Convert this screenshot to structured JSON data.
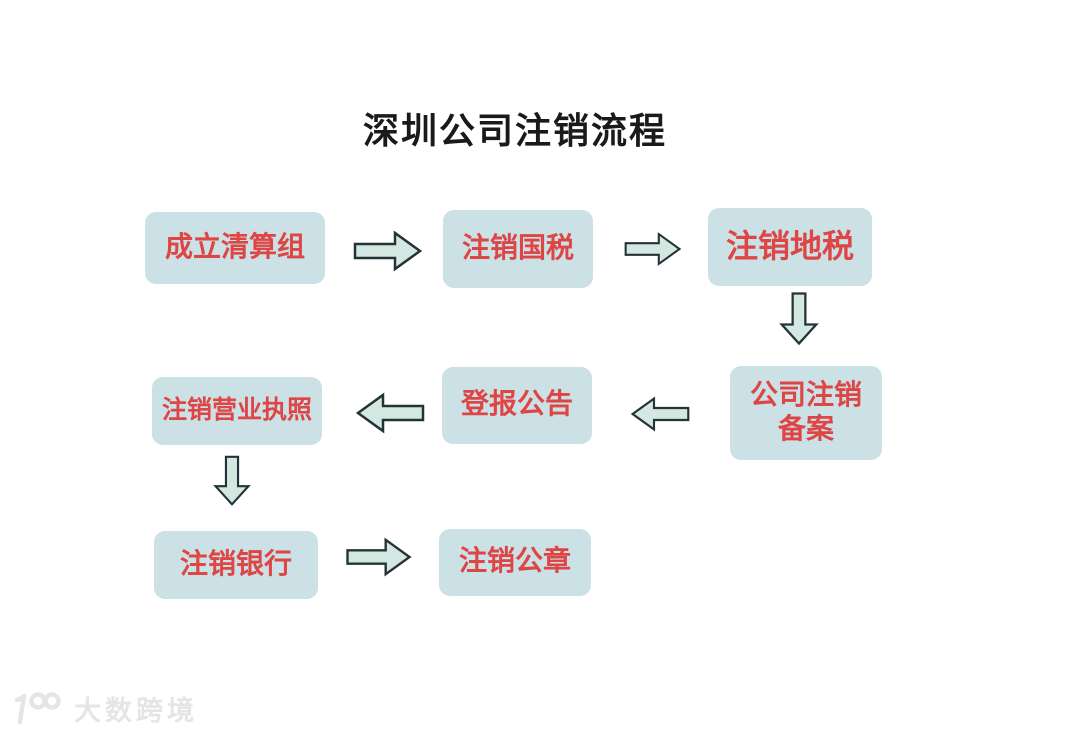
{
  "title": "深圳公司注销流程",
  "nodes": [
    {
      "label": "成立清算组"
    },
    {
      "label": "注销国税"
    },
    {
      "label": "注销地税"
    },
    {
      "label": "公司注销备案",
      "label_lines": [
        "公司注销",
        "备案"
      ]
    },
    {
      "label": "登报公告"
    },
    {
      "label": "注销营业执照"
    },
    {
      "label": "注销银行"
    },
    {
      "label": "注销公章"
    }
  ],
  "edges": [
    {
      "from": "成立清算组",
      "to": "注销国税"
    },
    {
      "from": "注销国税",
      "to": "注销地税"
    },
    {
      "from": "注销地税",
      "to": "公司注销备案"
    },
    {
      "from": "公司注销备案",
      "to": "登报公告"
    },
    {
      "from": "登报公告",
      "to": "注销营业执照"
    },
    {
      "from": "注销营业执照",
      "to": "注销银行"
    },
    {
      "from": "注销银行",
      "to": "注销公章"
    }
  ],
  "watermark": {
    "logo": "100",
    "brand": "大数跨境"
  },
  "colors": {
    "box_fill": "#cbe1e5",
    "node_text": "#de4545",
    "arrow_fill": "#d3e8e1",
    "arrow_stroke": "#253338",
    "title_color": "#1a1a1a",
    "watermark_color": "#e5e5e5"
  }
}
